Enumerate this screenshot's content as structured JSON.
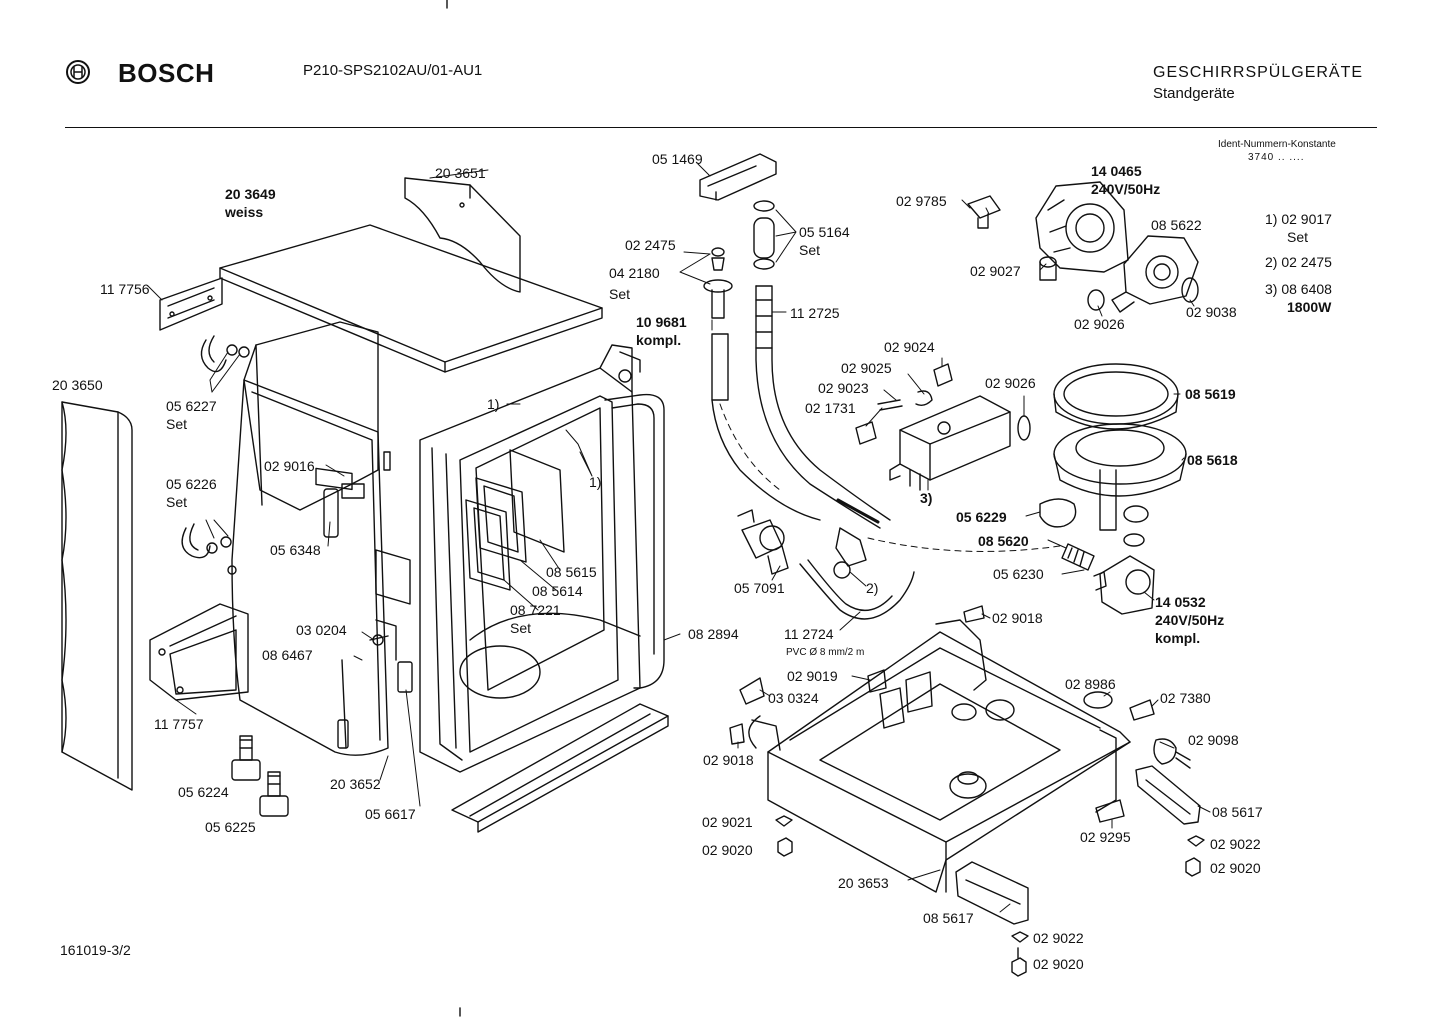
{
  "header": {
    "brand": "BOSCH",
    "model_code": "P210-SPS2102AU/01-AU1",
    "category_title": "GESCHIRRSPÜLGERÄTE",
    "category_subtitle": "Standgeräte",
    "ident_label": "Ident-Nummern-Konstante",
    "ident_value": "3740  ..  ....",
    "document_number": "161019-3/2"
  },
  "notes": [
    {
      "mark": "1)",
      "part": "02 9017",
      "extra": "Set"
    },
    {
      "mark": "2)",
      "part": "02 2475",
      "extra": ""
    },
    {
      "mark": "3)",
      "part": "08 6408",
      "extra": "1800W"
    }
  ],
  "callouts": [
    {
      "id": "c-203651",
      "text": "20 3651"
    },
    {
      "id": "c-203649",
      "text": "20 3649"
    },
    {
      "id": "c-weiss",
      "text": "weiss"
    },
    {
      "id": "c-117756",
      "text": "11 7756"
    },
    {
      "id": "c-203650",
      "text": "20 3650"
    },
    {
      "id": "c-056227",
      "text": "05 6227"
    },
    {
      "id": "c-set1",
      "text": "Set"
    },
    {
      "id": "c-056226",
      "text": "05 6226"
    },
    {
      "id": "c-set2",
      "text": "Set"
    },
    {
      "id": "c-029016",
      "text": "02 9016"
    },
    {
      "id": "c-056348",
      "text": "05 6348"
    },
    {
      "id": "c-030204",
      "text": "03 0204"
    },
    {
      "id": "c-086467",
      "text": "08 6467"
    },
    {
      "id": "c-117757",
      "text": "11 7757"
    },
    {
      "id": "c-056224",
      "text": "05 6224"
    },
    {
      "id": "c-056225",
      "text": "05 6225"
    },
    {
      "id": "c-203652",
      "text": "20 3652"
    },
    {
      "id": "c-056617",
      "text": "05 6617"
    },
    {
      "id": "c-note1a",
      "text": "1)"
    },
    {
      "id": "c-note1b",
      "text": "1)"
    },
    {
      "id": "c-085615",
      "text": "08 5615"
    },
    {
      "id": "c-085614",
      "text": "08 5614"
    },
    {
      "id": "c-087221",
      "text": "08 7221"
    },
    {
      "id": "c-set3",
      "text": "Set"
    },
    {
      "id": "c-082894",
      "text": "08 2894"
    },
    {
      "id": "c-051469",
      "text": "05 1469"
    },
    {
      "id": "c-055164",
      "text": "05 5164"
    },
    {
      "id": "c-set4",
      "text": "Set"
    },
    {
      "id": "c-022475",
      "text": "02 2475"
    },
    {
      "id": "c-042180",
      "text": "04 2180"
    },
    {
      "id": "c-set5",
      "text": "Set"
    },
    {
      "id": "c-109681",
      "text": "10 9681"
    },
    {
      "id": "c-kompl1",
      "text": "kompl."
    },
    {
      "id": "c-112725",
      "text": "11 2725"
    },
    {
      "id": "c-057091",
      "text": "05 7091"
    },
    {
      "id": "c-112724",
      "text": "11 2724"
    },
    {
      "id": "c-pvc",
      "text": "PVC  Ø 8 mm/2 m"
    },
    {
      "id": "c-note2",
      "text": "2)"
    },
    {
      "id": "c-029785",
      "text": "02 9785"
    },
    {
      "id": "c-140465",
      "text": "14 0465"
    },
    {
      "id": "c-240v1",
      "text": "240V/50Hz"
    },
    {
      "id": "c-085622",
      "text": "08 5622"
    },
    {
      "id": "c-029027",
      "text": "02 9027"
    },
    {
      "id": "c-029026a",
      "text": "02 9026"
    },
    {
      "id": "c-029038",
      "text": "02 9038"
    },
    {
      "id": "c-029024",
      "text": "02 9024"
    },
    {
      "id": "c-029025",
      "text": "02 9025"
    },
    {
      "id": "c-029023",
      "text": "02 9023"
    },
    {
      "id": "c-021731",
      "text": "02 1731"
    },
    {
      "id": "c-029026b",
      "text": "02 9026"
    },
    {
      "id": "c-085619",
      "text": "08 5619"
    },
    {
      "id": "c-085618",
      "text": "08 5618"
    },
    {
      "id": "c-note3",
      "text": "3)"
    },
    {
      "id": "c-056229",
      "text": "05 6229"
    },
    {
      "id": "c-085620",
      "text": "08 5620"
    },
    {
      "id": "c-056230",
      "text": "05 6230"
    },
    {
      "id": "c-140532",
      "text": "14 0532"
    },
    {
      "id": "c-240v2",
      "text": "240V/50Hz"
    },
    {
      "id": "c-kompl2",
      "text": "kompl."
    },
    {
      "id": "c-029018a",
      "text": "02 9018"
    },
    {
      "id": "c-029019",
      "text": "02 9019"
    },
    {
      "id": "c-030324",
      "text": "03 0324"
    },
    {
      "id": "c-028986",
      "text": "02 8986"
    },
    {
      "id": "c-027380",
      "text": "02 7380"
    },
    {
      "id": "c-029098",
      "text": "02 9098"
    },
    {
      "id": "c-029018b",
      "text": "02 9018"
    },
    {
      "id": "c-085617a",
      "text": "08 5617"
    },
    {
      "id": "c-029022a",
      "text": "02 9022"
    },
    {
      "id": "c-029020a",
      "text": "02 9020"
    },
    {
      "id": "c-029295",
      "text": "02 9295"
    },
    {
      "id": "c-029021",
      "text": "02 9021"
    },
    {
      "id": "c-029020b",
      "text": "02 9020"
    },
    {
      "id": "c-203653",
      "text": "20 3653"
    },
    {
      "id": "c-085617b",
      "text": "08 5617"
    },
    {
      "id": "c-029022b",
      "text": "02 9022"
    },
    {
      "id": "c-029020c",
      "text": "02 9020"
    }
  ]
}
